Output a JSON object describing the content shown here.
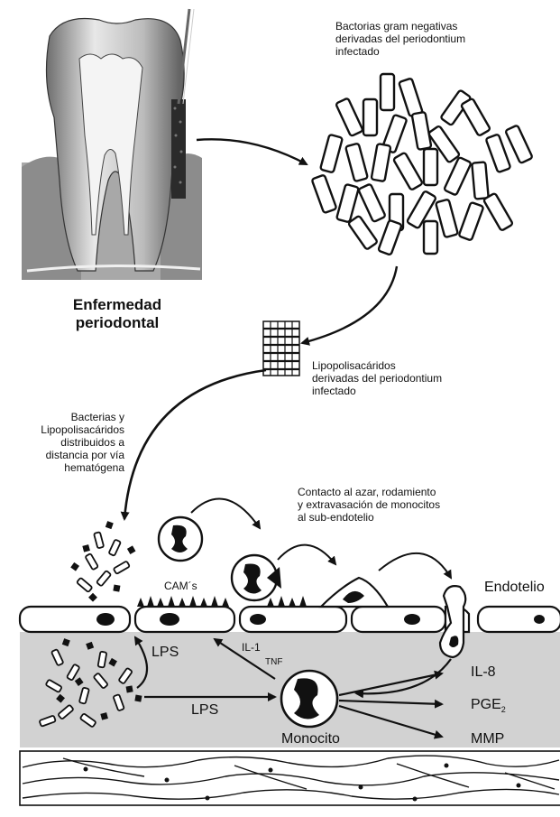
{
  "labels": {
    "bacteria": "Bactorias gram negativas derivadas del periodontium infectado",
    "bacteria_lines": [
      "Bactorias gram negativas",
      "derivadas del periodontium",
      "infectado"
    ],
    "disease_lines": [
      "Enfermedad",
      "periodontal"
    ],
    "lps_lines": [
      "Lipopolisacáridos",
      "derivadas del periodontium",
      "infectado"
    ],
    "distribution_lines": [
      "Bacterias y",
      "Lipopolisacáridos",
      "distribuidos a",
      "distancia por vía",
      "hematógena"
    ],
    "contact_lines": [
      "Contacto al azar, rodamiento",
      "y extravasación de monocitos",
      "al sub-endotelio"
    ],
    "endotelio": "Endotelio",
    "cams": "CAM´s",
    "lps_upper": "LPS",
    "lps_lower": "LPS",
    "il1": "IL-1",
    "tnf": "TNF",
    "monocito": "Monocito",
    "il8": "IL-8",
    "pge": "PGE",
    "pge_sub": "2",
    "mmp": "MMP"
  },
  "colors": {
    "ink": "#111111",
    "tissue": "#d2d2d2",
    "tooth_shade": "#9a9a9a"
  }
}
